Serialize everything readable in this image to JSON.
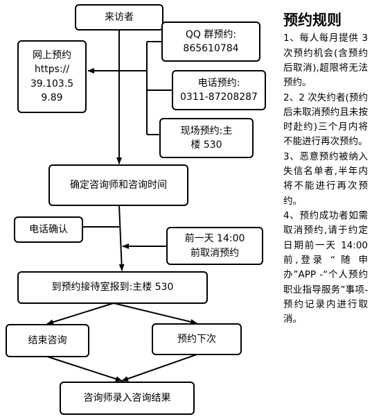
{
  "nodes": {
    "visitor": "来访者",
    "online_booking": [
      "网上预约",
      "https://",
      "39.103.5",
      "9.89"
    ],
    "qq_booking": [
      "QQ 群预约:",
      "865610784"
    ],
    "phone_booking": [
      "电话预约:",
      "0311-87208287"
    ],
    "onsite_booking": [
      "现场预约:主",
      "楼 530"
    ],
    "confirm_counselor": "确定咨询师和咨询时间",
    "phone_confirm": "电话确认",
    "cancel_deadline": [
      "前一天 14:00",
      "前取消预约"
    ],
    "report_reception": "到预约接待室报到:主楼 530",
    "end_consult": "结束咨询",
    "book_next": "预约下次",
    "record_result": "咨询师录入咨询结果"
  },
  "rules": {
    "title": "预约规则",
    "items": [
      "1、每人每月提供 3 次预约机会(含预约后取消),超限将无法预约。",
      "2、2 次失约者(预约后未取消预约且未按时赴约)三个月内将不能进行再次预约。",
      "3、恶意预约被纳入失信名单者,半年内将不能进行再次预约。",
      "4、预约成功者如需取消预约,请于约定日期前一天 14:00 前,登录 “ 随 申 办”APP -“个人预约职业指导服务”事项-预约记录内进行取消。"
    ]
  }
}
